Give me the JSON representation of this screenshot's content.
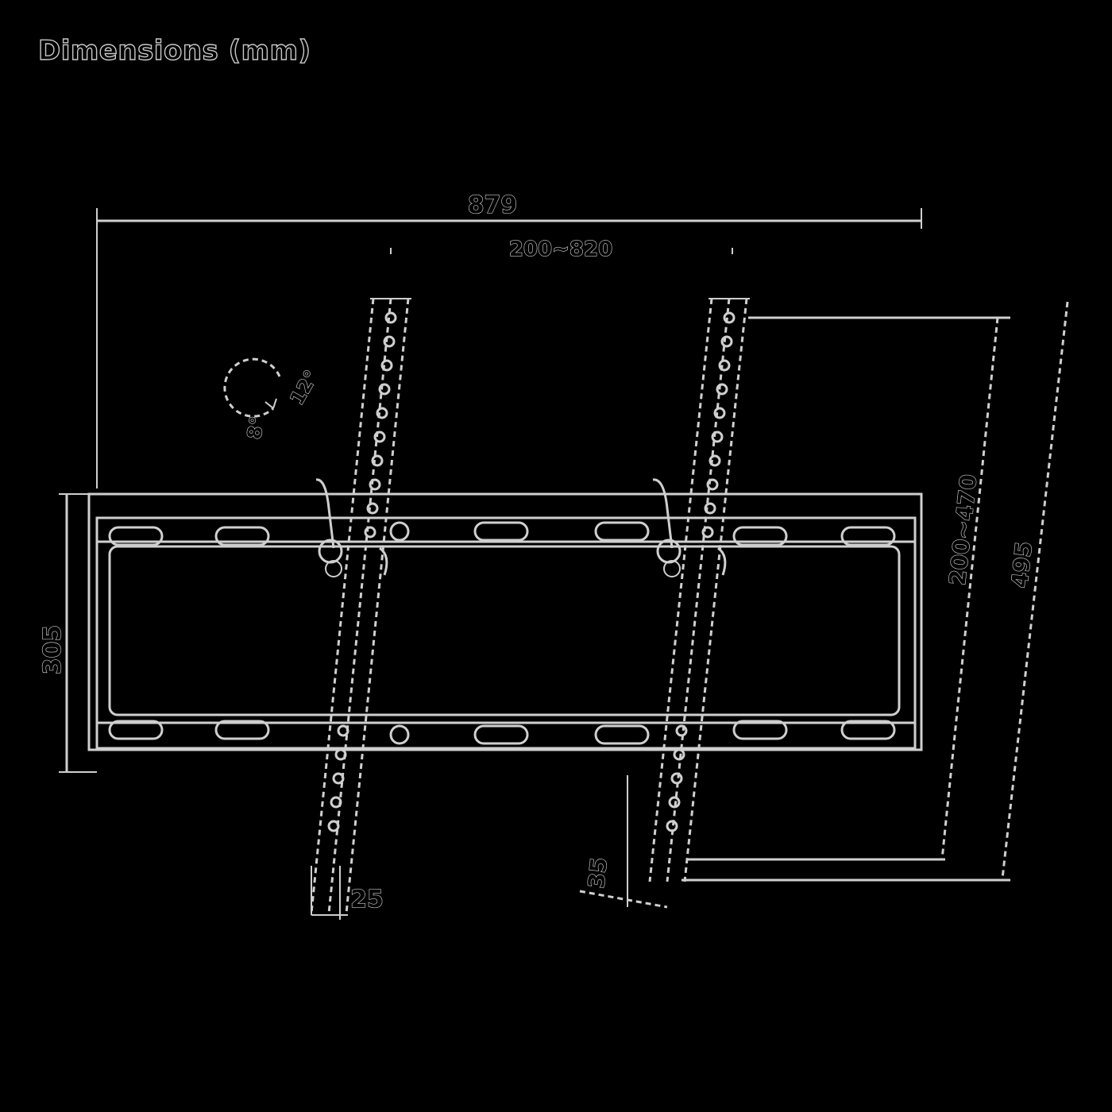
{
  "title": "Dimensions (mm)",
  "labels": {
    "overall_width": "879",
    "vesa_horizontal": "200~820",
    "vesa_vertical": "200~470",
    "overall_height": "495",
    "wall_plate_height": "305",
    "tilt_angle": "8°",
    "tilt_angle_2": "12°",
    "arm_width": "25",
    "wall_depth": "35"
  }
}
